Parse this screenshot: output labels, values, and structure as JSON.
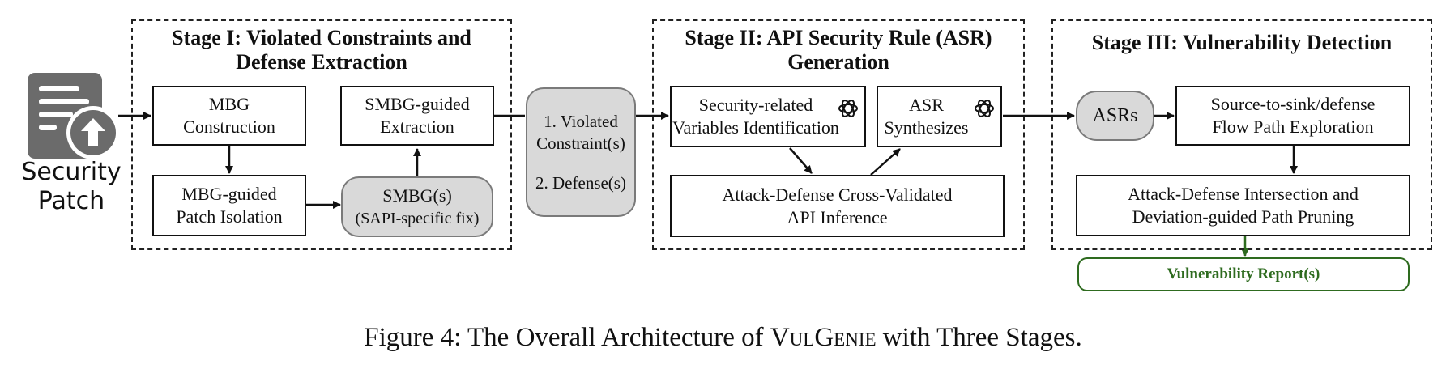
{
  "patch": {
    "label": "Security\nPatch"
  },
  "stage1": {
    "title": "Stage I: Violated Constraints and\nDefense Extraction",
    "mbg_construction": "MBG\nConstruction",
    "smbg_extraction": "SMBG-guided\nExtraction",
    "patch_isolation": "MBG-guided\nPatch Isolation",
    "smbg_label": "SMBG(s)",
    "smbg_sub": "(SAPI-specific fix)"
  },
  "intermediate": {
    "line1": "1. Violated\nConstraint(s)",
    "line2": "2. Defense(s)"
  },
  "stage2": {
    "title": "Stage II: API Security Rule (ASR)\nGeneration",
    "variables": "Security-related\nVariables Identification",
    "synthesizes": "ASR\nSynthesizes",
    "inference": "Attack-Defense Cross-Validated\nAPI Inference"
  },
  "stage3": {
    "title": "Stage III: Vulnerability Detection",
    "asrs": "ASRs",
    "exploration": "Source-to-sink/defense\nFlow Path Exploration",
    "pruning": "Attack-Defense Intersection and\nDeviation-guided Path Pruning"
  },
  "report": "Vulnerability Report(s)",
  "caption": {
    "prefix": "Figure 4: The Overall Architecture of ",
    "name": "VulGenie",
    "suffix": " with Three Stages."
  },
  "icons": {
    "patch": "document-upload-icon",
    "gpt": "openai-logo-icon"
  },
  "colors": {
    "report": "#2e6b1f",
    "gray_fill": "#d9d9d9"
  }
}
